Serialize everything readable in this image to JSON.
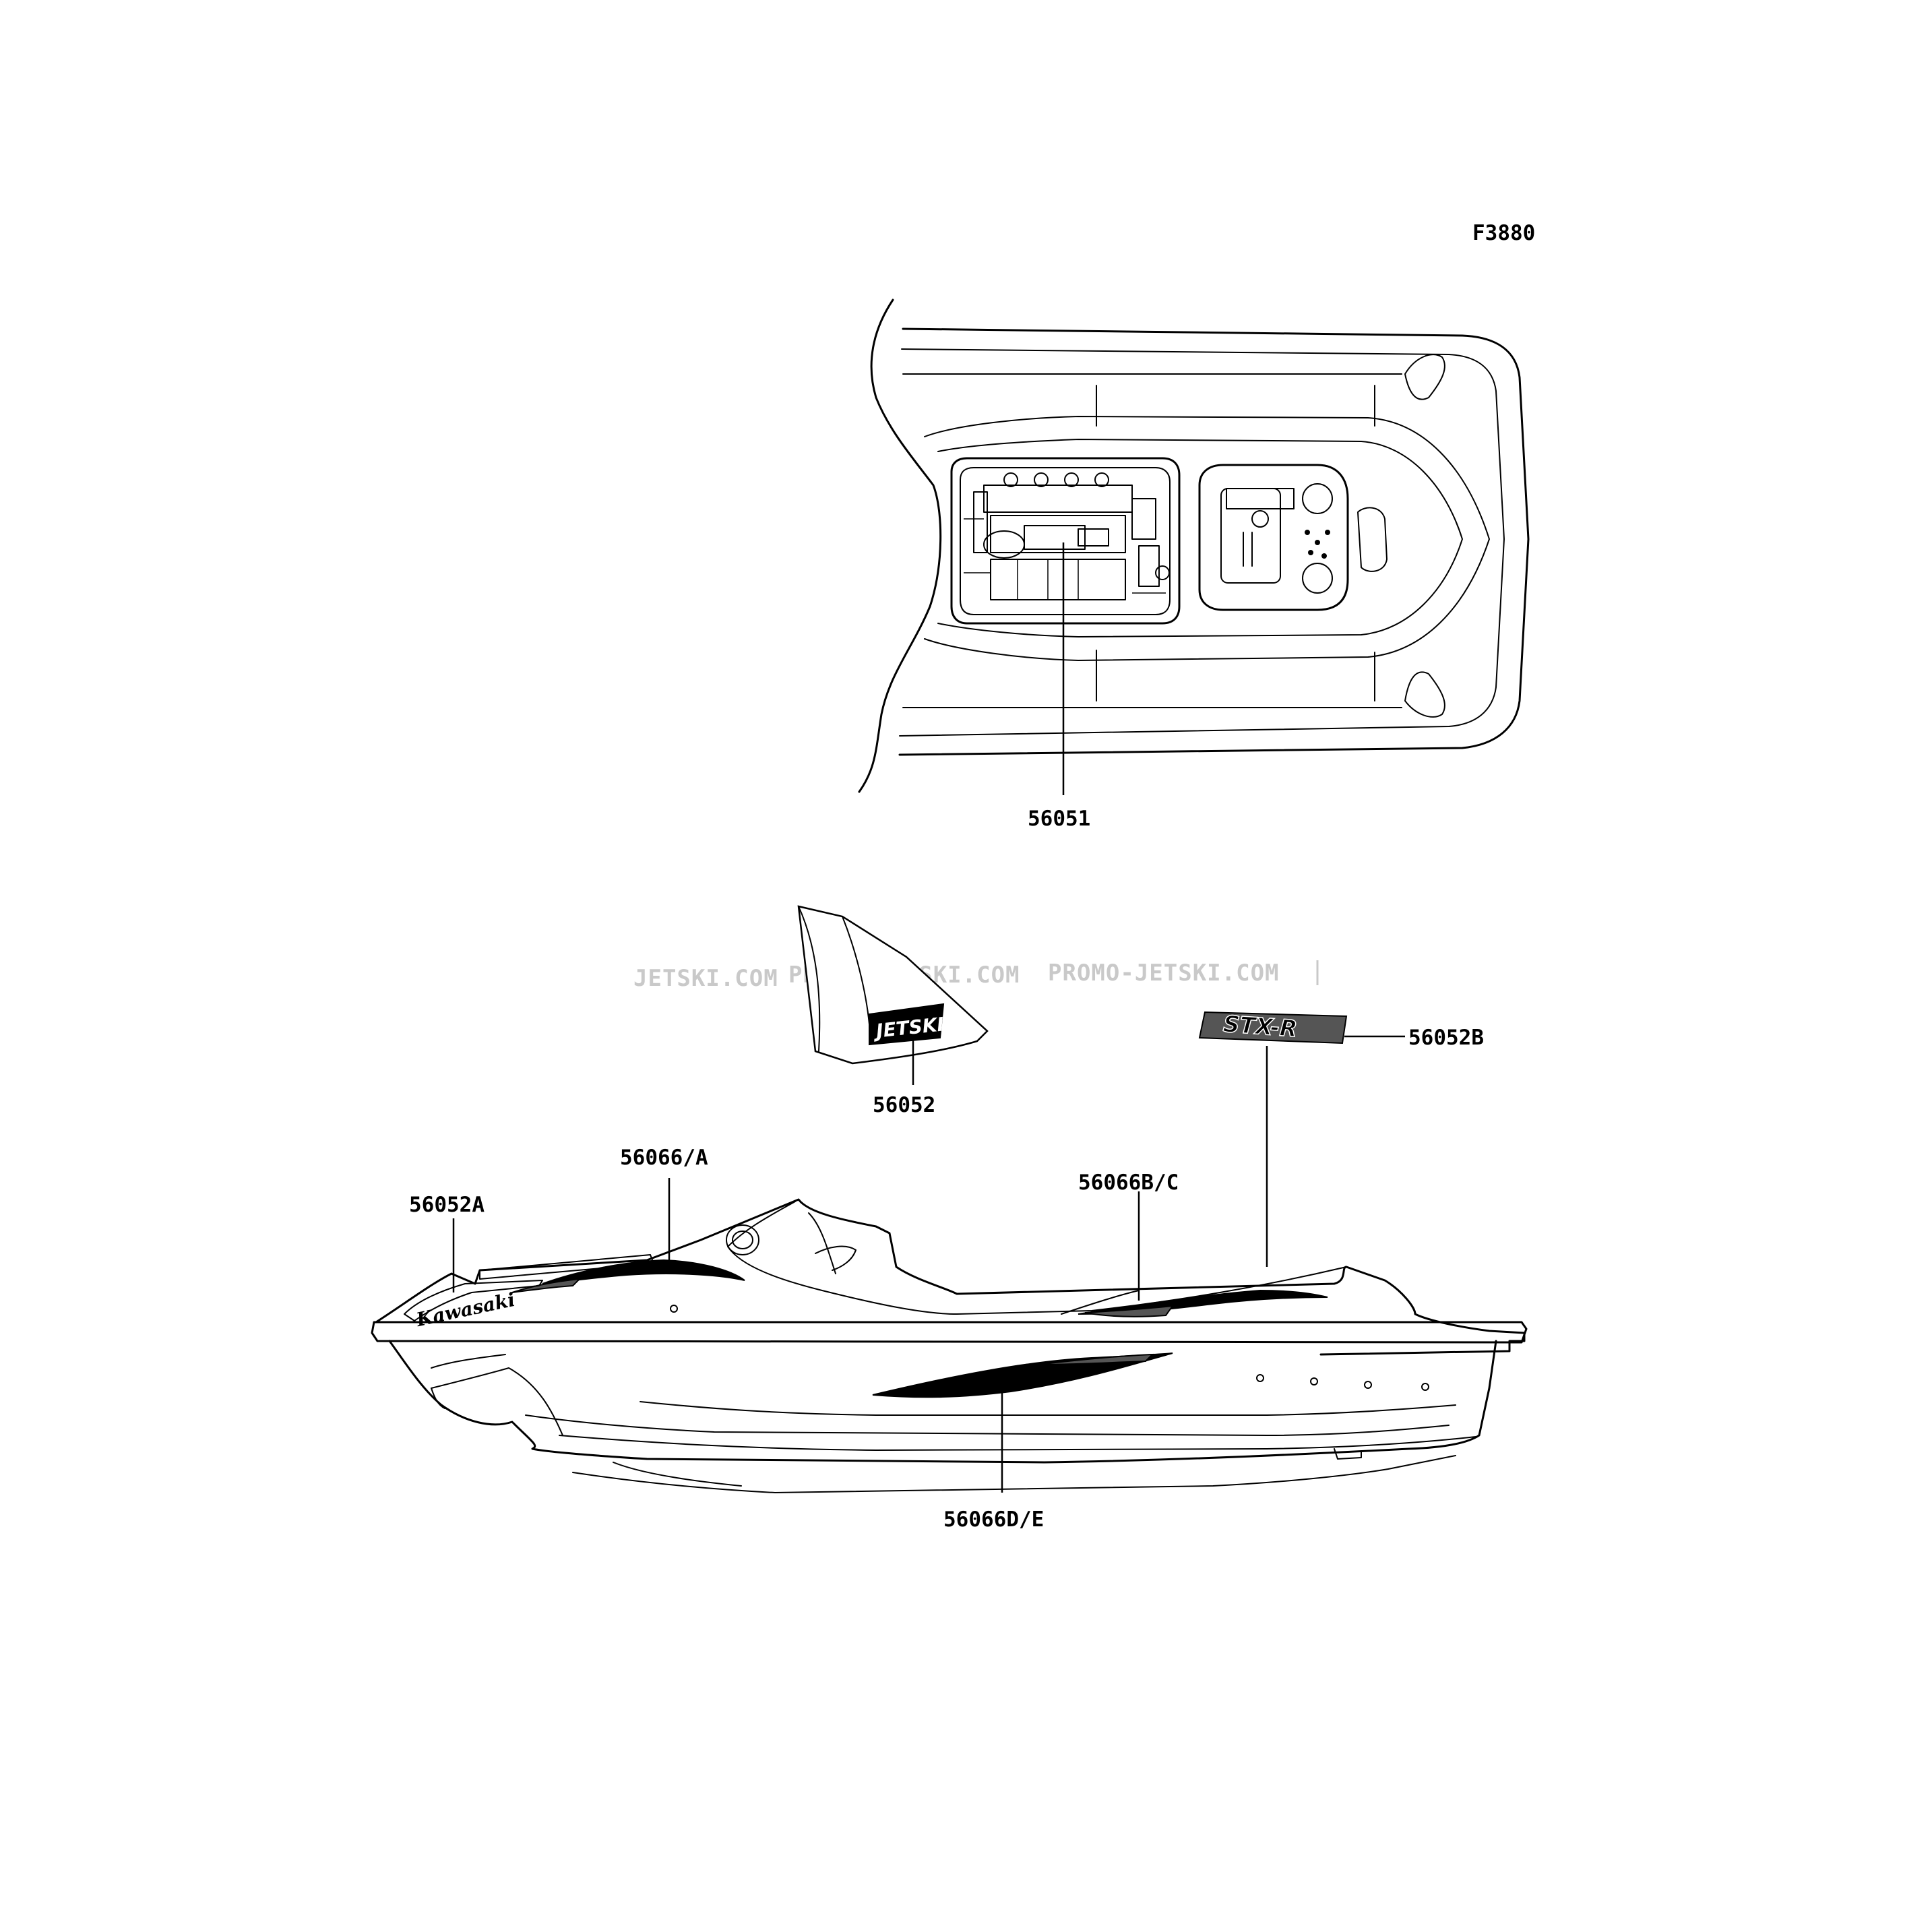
{
  "figure_code": "F3880",
  "watermarks": [
    "JETSKI.COM",
    "PROMO-JETSKI.COM",
    "PROMO-JETSKI.COM"
  ],
  "callouts": {
    "p56051": "56051",
    "p56052": "56052",
    "p56052b": "56052B",
    "p56066a": "56066/A",
    "p56052a": "56052A",
    "p56066bc": "56066B/C",
    "p56066de": "56066D/E"
  },
  "decal_text": {
    "jetski_logo": "JETSKI",
    "stxr_logo": "STX-R",
    "kawasaki_logo": "Kawasaki"
  }
}
